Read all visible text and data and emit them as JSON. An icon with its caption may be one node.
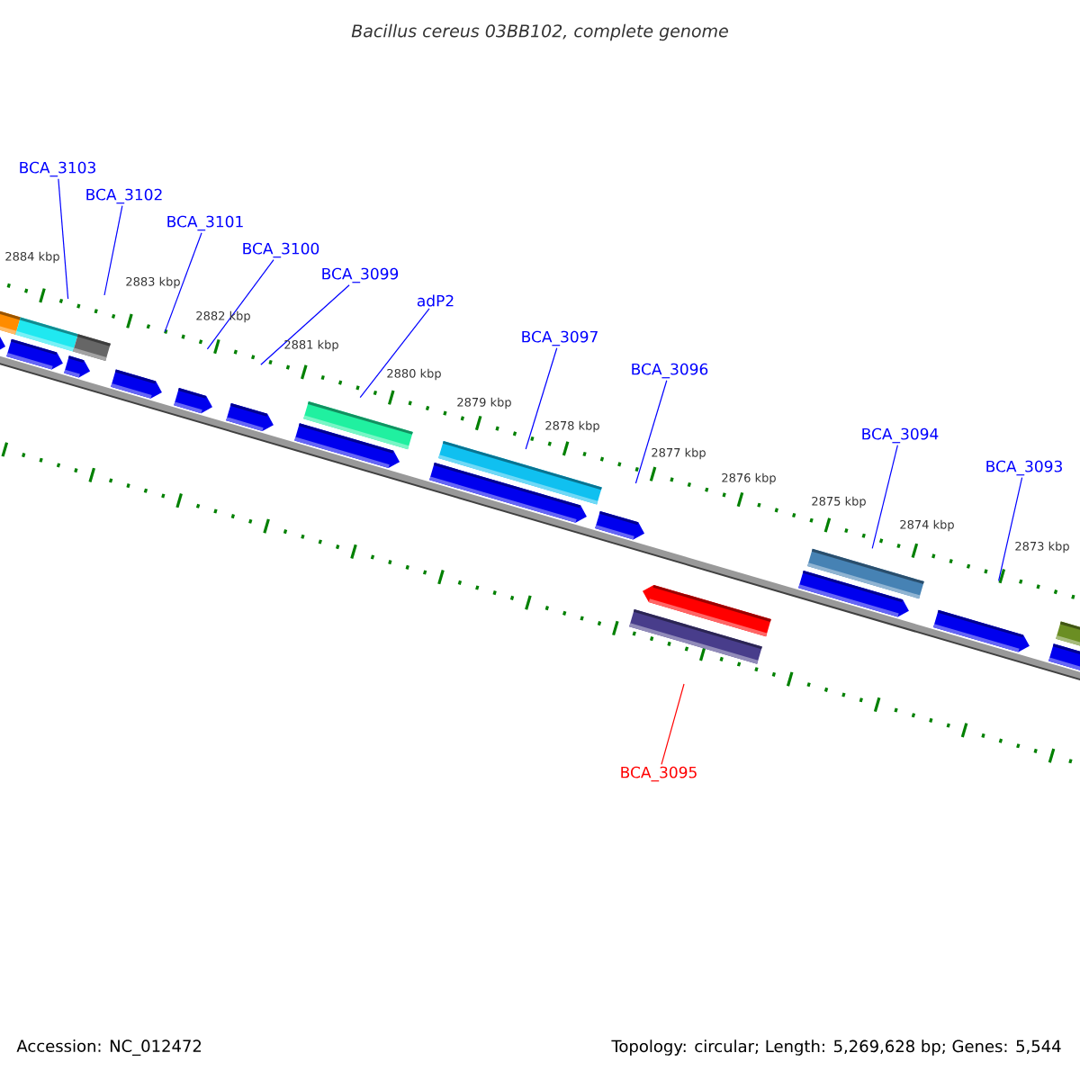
{
  "diagram": {
    "title": "Bacillus cereus 03BB102, complete genome",
    "nodes": [
      {
        "text": [
          "BCA_3103"
        ]
      },
      {
        "text": [
          "BCA_3102"
        ]
      },
      {
        "text": [
          "BCA_3101"
        ]
      },
      {
        "text": [
          "BCA_3100"
        ]
      },
      {
        "text": [
          "BCA_3099"
        ]
      },
      {
        "text": [
          "adP2"
        ]
      },
      {
        "text": [
          "BCA_3097"
        ]
      },
      {
        "text": [
          "BCA_3096"
        ]
      },
      {
        "text": [
          "BCA_3094"
        ]
      },
      {
        "text": [
          "BCA_3093"
        ]
      },
      {
        "text": [
          "BCA_3095"
        ]
      }
    ],
    "edges": [
      {
        "from": 0,
        "to": null,
        "arrow": "none"
      },
      {
        "from": 1,
        "to": null,
        "arrow": "none"
      },
      {
        "from": 2,
        "to": null,
        "arrow": "none"
      },
      {
        "from": 3,
        "to": null,
        "arrow": "none"
      },
      {
        "from": 4,
        "to": null,
        "arrow": "none"
      },
      {
        "from": 5,
        "to": null,
        "arrow": "none"
      },
      {
        "from": 6,
        "to": null,
        "arrow": "none"
      },
      {
        "from": 7,
        "to": null,
        "arrow": "none"
      },
      {
        "from": 8,
        "to": null,
        "arrow": "none"
      },
      {
        "from": 9,
        "to": null,
        "arrow": "none"
      },
      {
        "from": 10,
        "to": null,
        "arrow": "none",
        "color": "#ff0000"
      }
    ],
    "labels": [
      "2884 kbp",
      "2883 kbp",
      "2882 kbp",
      "2881 kbp",
      "2880 kbp",
      "2879 kbp",
      "2878 kbp",
      "2877 kbp",
      "2876 kbp",
      "2875 kbp",
      "2874 kbp",
      "2873 kbp",
      "Accession: NC_012472",
      "Topology: circular; Length: 5,269,628 bp; Genes: 5,544"
    ]
  }
}
